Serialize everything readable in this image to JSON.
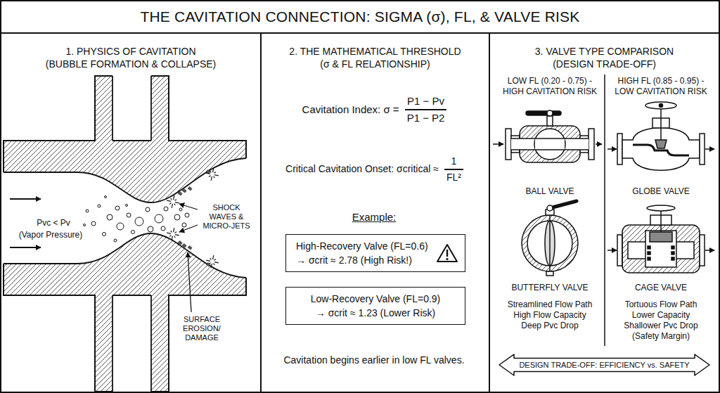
{
  "diagram": {
    "title": "THE CAVITATION CONNECTION: SIGMA (σ), FL, & VALVE RISK",
    "nodes": [
      {
        "text": [
          "1. PHYSICS OF CAVITATION",
          "(BUBBLE FORMATION & COLLAPSE)"
        ]
      },
      {
        "text": [
          "2. THE MATHEMATICAL THRESHOLD",
          "(σ & FL RELATIONSHIP)"
        ]
      },
      {
        "text": [
          "High-Recovery Valve (FL=0.6)",
          "→ σcrit ≈ 2.78 (High Risk!)"
        ],
        "in": 1
      },
      {
        "text": [
          "Low-Recovery Valve (FL=0.9)",
          "→ σcrit ≈ 1.23 (Lower Risk)"
        ],
        "in": 1
      },
      {
        "text": [
          "3. VALVE TYPE COMPARISON",
          "(DESIGN TRADE-OFF)"
        ]
      },
      {
        "text": [
          "DESIGN TRADE-OFF: EFFICIENCY vs. SAFETY"
        ],
        "in": 4
      }
    ],
    "labels": [
      "Pvc < Pv",
      "(Vapor Pressure)",
      "SHOCK WAVES & MICRO-JETS",
      "SURFACE EROSION/ DAMAGE",
      "Cavitation Index: σ =",
      "P1 − Pv",
      "P1 − P2",
      "Critical Cavitation Onset: σcritical ≈",
      "1",
      "FL²",
      "Example:",
      "Cavitation begins earlier in low FL valves.",
      "LOW FL (0.20 - 0.75) - HIGH CAVITATION RISK",
      "HIGH FL (0.85 - 0.95) - LOW CAVITATION RISK",
      "BALL VALVE",
      "GLOBE VALVE",
      "BUTTERFLY VALVE",
      "CAGE VALVE",
      "Streamlined Flow Path High Flow Capacity Deep Pvc Drop",
      "Tortuous Flow Path Lower Capacity Shallower Pvc Drop (Safety Margin)"
    ]
  }
}
